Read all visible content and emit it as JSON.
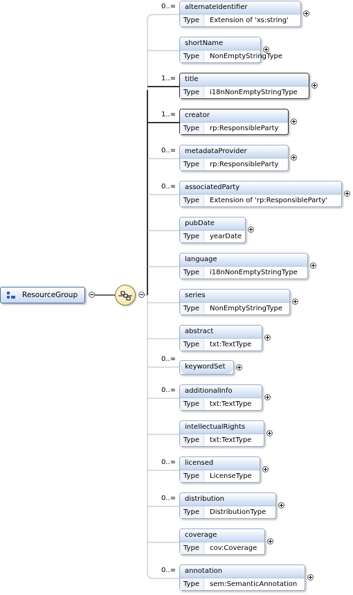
{
  "root": {
    "label": "ResourceGroup"
  },
  "type_key": "Type",
  "elements": [
    {
      "name": "alternateIdentifier",
      "type": "Extension of 'xs:string'",
      "card": "0..∞",
      "required": false
    },
    {
      "name": "shortName",
      "type": "NonEmptyStringType",
      "card": "",
      "required": false
    },
    {
      "name": "title",
      "type": "i18nNonEmptyStringType",
      "card": "1..∞",
      "required": true
    },
    {
      "name": "creator",
      "type": "rp:ResponsibleParty",
      "card": "1..∞",
      "required": true
    },
    {
      "name": "metadataProvider",
      "type": "rp:ResponsibleParty",
      "card": "0..∞",
      "required": false
    },
    {
      "name": "associatedParty",
      "type": "Extension of 'rp:ResponsibleParty'",
      "card": "0..∞",
      "required": false
    },
    {
      "name": "pubDate",
      "type": "yearDate",
      "card": "",
      "required": false
    },
    {
      "name": "language",
      "type": "i18nNonEmptyStringType",
      "card": "",
      "required": false
    },
    {
      "name": "series",
      "type": "NonEmptyStringType",
      "card": "",
      "required": false
    },
    {
      "name": "abstract",
      "type": "txt:TextType",
      "card": "",
      "required": false
    },
    {
      "name": "keywordSet",
      "type": "",
      "card": "0..∞",
      "required": false
    },
    {
      "name": "additionalInfo",
      "type": "txt:TextType",
      "card": "0..∞",
      "required": false
    },
    {
      "name": "intellectualRights",
      "type": "txt:TextType",
      "card": "",
      "required": false
    },
    {
      "name": "licensed",
      "type": "LicenseType",
      "card": "0..∞",
      "required": false
    },
    {
      "name": "distribution",
      "type": "DistributionType",
      "card": "0..∞",
      "required": false
    },
    {
      "name": "coverage",
      "type": "cov:Coverage",
      "card": "",
      "required": false
    },
    {
      "name": "annotation",
      "type": "sem:SemanticAnnotation",
      "card": "0..∞",
      "required": false
    }
  ]
}
